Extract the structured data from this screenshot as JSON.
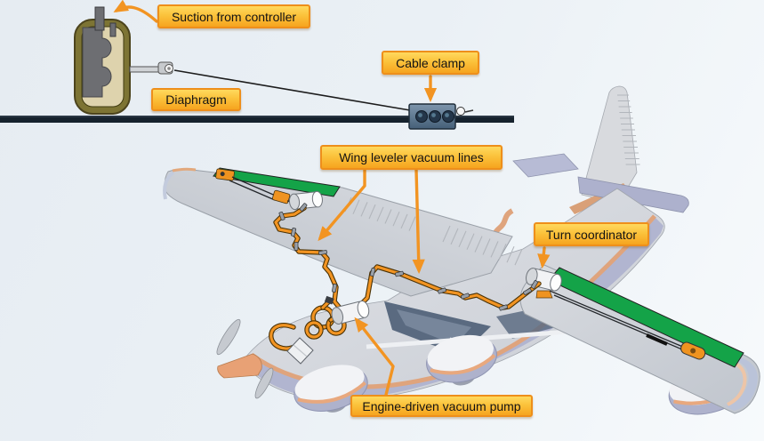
{
  "figure": {
    "description": "Cutaway illustration of a single-engine high-wing airplane showing a wing leveler vacuum system, with a diaphragm actuator and control cable detail at top left"
  },
  "callouts": {
    "suction_from_controller": "Suction from controller",
    "diaphragm": "Diaphragm",
    "cable_clamp": "Cable clamp",
    "wing_leveler_vacuum_lines": "Wing leveler vacuum lines",
    "turn_coordinator": "Turn coordinator",
    "engine_driven_vacuum_pump": "Engine-driven vacuum pump"
  },
  "colors": {
    "background_top": "#e6ecf2",
    "background_bottom": "#f7fafc",
    "label_gradient_top": "#ffd95e",
    "label_gradient_bottom": "#f6a41f",
    "label_border": "#ee8f1b",
    "callout_arrow_orange": "#f29422",
    "vacuum_line_orange": "#f29422",
    "panel_green": "#14a348",
    "airframe_gray": "#ced2d8",
    "airframe_lavender": "#b1b5d0",
    "fuselage_stripe": "#dfa47d",
    "capsule_olive": "#7d7434",
    "capsule_tan": "#ded3ad",
    "diaphragm_gray": "#6d6e72",
    "ground_cable_dark": "#1b2733",
    "clamp_blue_gray": "#6d869d",
    "windshield_slate": "#5a6a80"
  }
}
